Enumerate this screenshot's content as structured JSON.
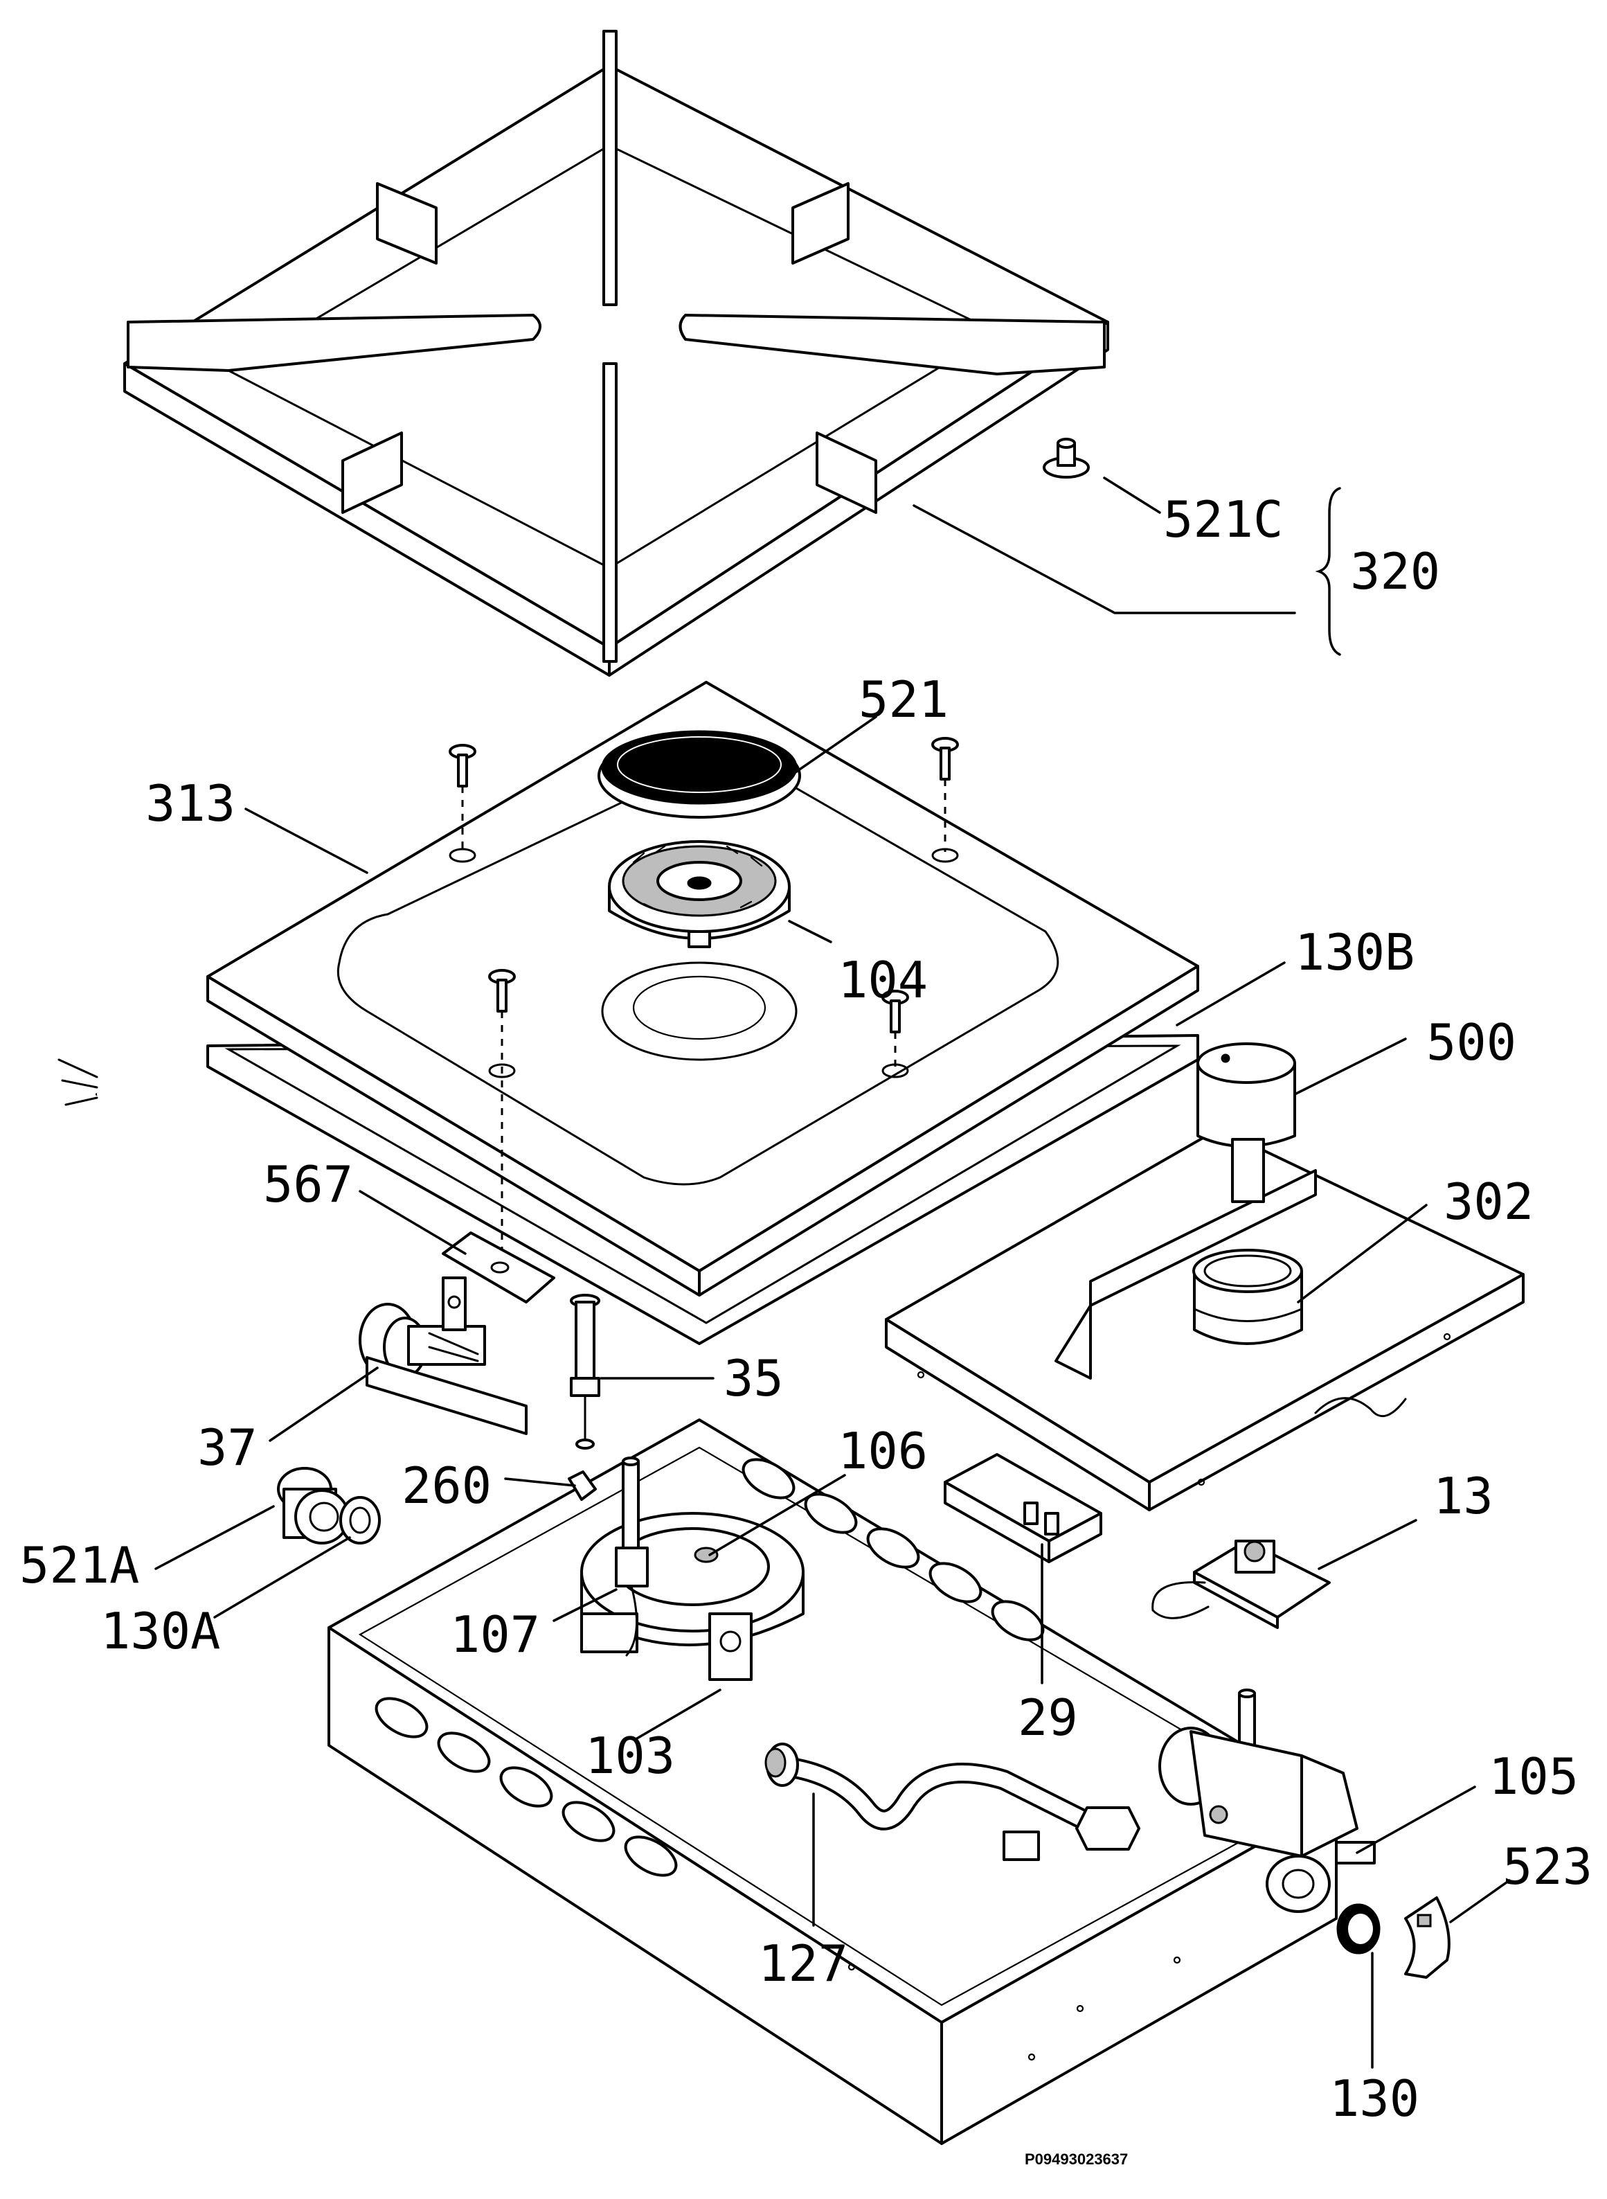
{
  "diagram": {
    "reference_code": "P09493023637",
    "callouts": {
      "c521C": "521C",
      "c320": "320",
      "c521": "521",
      "c313": "313",
      "c104": "104",
      "c130B": "130B",
      "c500": "500",
      "c567": "567",
      "c302": "302",
      "c35": "35",
      "c37": "37",
      "c106": "106",
      "c260": "260",
      "c521A": "521A",
      "c130A": "130A",
      "c13": "13",
      "c107": "107",
      "c29": "29",
      "c103": "103",
      "c105": "105",
      "c523": "523",
      "c127": "127",
      "c130": "130"
    }
  }
}
